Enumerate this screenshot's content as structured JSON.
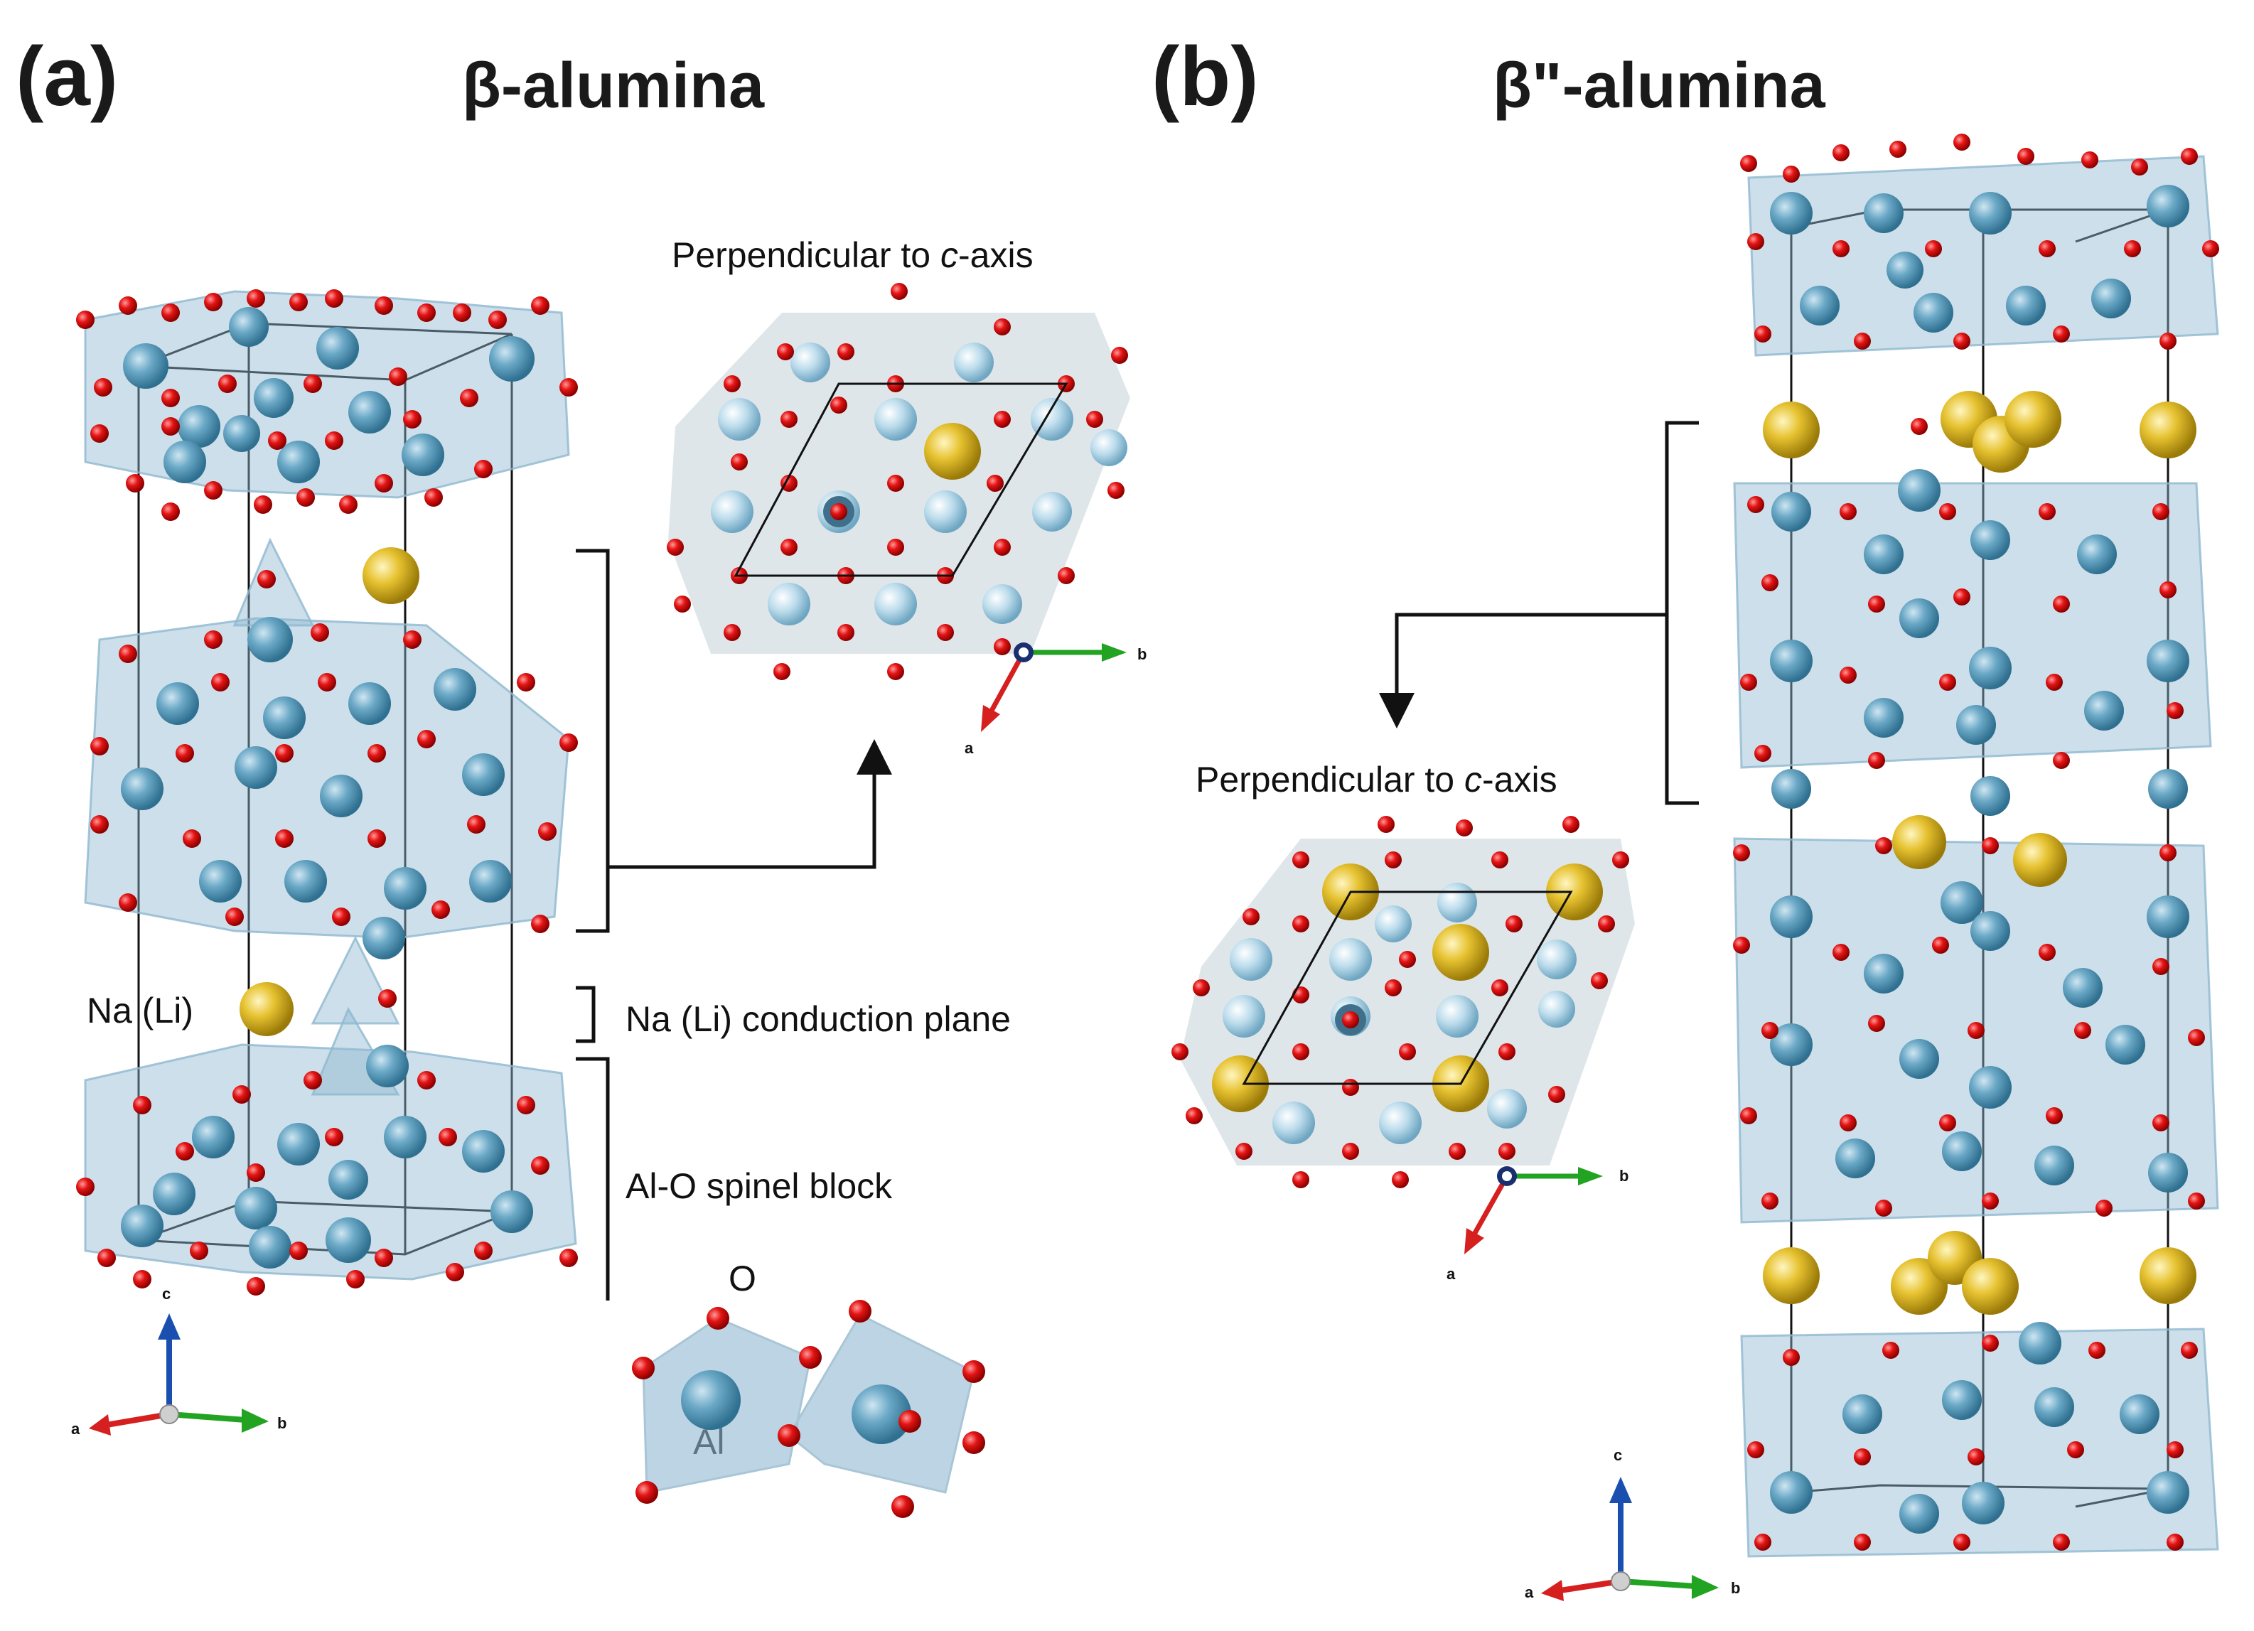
{
  "panel_a": {
    "label": "(a)",
    "title": "β-alumina",
    "projection_caption_prefix": "Perpendicular to ",
    "projection_caption_axis": "c",
    "projection_caption_suffix": "-axis",
    "legend_na": "Na (Li)",
    "conduction_plane_label": "Na (Li) conduction plane",
    "spinel_block_label": "Al-O spinel block",
    "atom_label_o": "O",
    "atom_label_al": "Al",
    "axes_main": {
      "a": "a",
      "b": "b",
      "c": "c"
    },
    "axes_projection": {
      "a": "a",
      "b": "b"
    }
  },
  "panel_b": {
    "label": "(b)",
    "title": "β\"-alumina",
    "projection_caption_prefix": "Perpendicular to ",
    "projection_caption_axis": "c",
    "projection_caption_suffix": "-axis",
    "axes_main": {
      "a": "a",
      "b": "b",
      "c": "c"
    },
    "axes_projection": {
      "a": "a",
      "b": "b"
    }
  },
  "colors": {
    "aluminum": "#5f9fbf",
    "oxygen": "#e01010",
    "sodium": "#e8c434",
    "polyhedron": "#8fb8d0",
    "axis_a": "#d62020",
    "axis_b": "#22a322",
    "axis_c": "#1a4fb0"
  }
}
